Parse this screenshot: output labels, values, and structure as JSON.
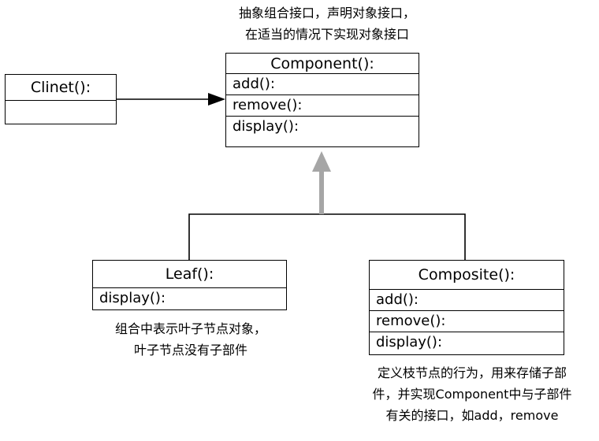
{
  "component": {
    "title": "Component():",
    "methods": [
      "add():",
      "remove():",
      "display():"
    ]
  },
  "client": {
    "title": "Clinet():"
  },
  "leaf": {
    "title": "Leaf():",
    "methods": [
      "display():"
    ]
  },
  "composite": {
    "title": "Composite():",
    "methods": [
      "add():",
      "remove():",
      "display():"
    ]
  },
  "notes": {
    "component": [
      "抽象组合接口，声明对象接口，",
      "在适当的情况下实现对象接口"
    ],
    "leaf": [
      "组合中表示叶子节点对象，",
      "叶子节点没有子部件"
    ],
    "composite": [
      "定义枝节点的行为，用来存储子部",
      "件，并实现Component中与子部件",
      "有关的接口，如add，remove"
    ]
  },
  "colors": {
    "line": "#000000",
    "inheritance_arrow": "#a6a6a6"
  }
}
